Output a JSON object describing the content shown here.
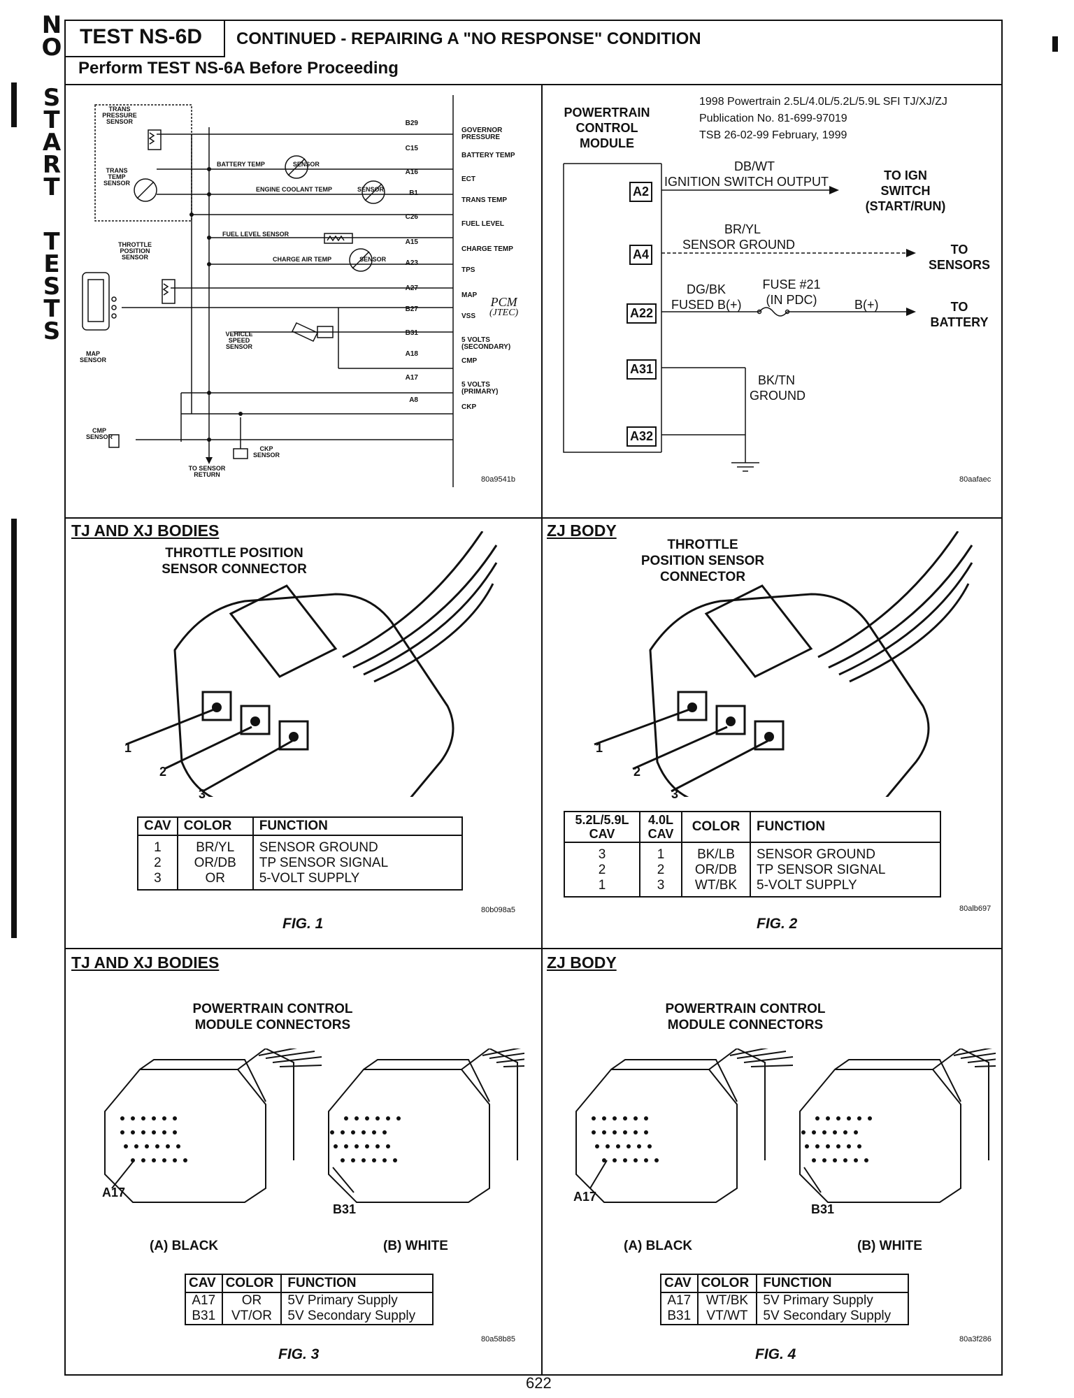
{
  "side_tab": {
    "letters": [
      "N",
      "O",
      "S",
      "T",
      "A",
      "R",
      "T",
      "T",
      "E",
      "S",
      "T",
      "S"
    ]
  },
  "header": {
    "test_id": "TEST NS-6D",
    "title": "CONTINUED - REPAIRING A \"NO RESPONSE\" CONDITION",
    "subtitle": "Perform TEST NS-6A Before Proceeding"
  },
  "schematic_left": {
    "code": "80a9541b",
    "pcm_label": "PCM",
    "pcm_sub": "(JTEC)",
    "sensors": {
      "trans_pressure": [
        "TRANS",
        "PRESSURE",
        "SENSOR"
      ],
      "trans_temp": [
        "TRANS",
        "TEMP",
        "SENSOR"
      ],
      "throttle": [
        "THROTTLE",
        "POSITION",
        "SENSOR"
      ],
      "map": [
        "MAP",
        "SENSOR"
      ],
      "vehicle_speed": [
        "VEHICLE",
        "SPEED",
        "SENSOR"
      ],
      "cmp": [
        "CMP",
        "SENSOR"
      ],
      "ckp": [
        "CKP",
        "SENSOR"
      ],
      "battery_temp": "BATTERY TEMP",
      "battery_temp_2": "SENSOR",
      "engine_coolant": "ENGINE COOLANT TEMP",
      "engine_coolant_2": "SENSOR",
      "fuel_level": "FUEL LEVEL SENSOR",
      "charge_air": "CHARGE AIR TEMP",
      "charge_air_2": "SENSOR",
      "sensor_return": [
        "TO SENSOR",
        "RETURN"
      ]
    },
    "pins": [
      {
        "pin": "B29",
        "label": [
          "GOVERNOR",
          "PRESSURE"
        ]
      },
      {
        "pin": "C15",
        "label": [
          "BATTERY TEMP"
        ]
      },
      {
        "pin": "A16",
        "label": [
          "ECT"
        ]
      },
      {
        "pin": "B1",
        "label": [
          "TRANS TEMP"
        ]
      },
      {
        "pin": "C26",
        "label": [
          "FUEL LEVEL"
        ]
      },
      {
        "pin": "A15",
        "label": [
          "CHARGE TEMP"
        ]
      },
      {
        "pin": "A23",
        "label": [
          "TPS"
        ]
      },
      {
        "pin": "A27",
        "label": [
          "MAP"
        ]
      },
      {
        "pin": "B27",
        "label": [
          "VSS"
        ]
      },
      {
        "pin": "B31",
        "label": [
          "5 VOLTS",
          "(SECONDARY)"
        ]
      },
      {
        "pin": "A18",
        "label": [
          "CMP"
        ]
      },
      {
        "pin": "A17",
        "label": [
          "5 VOLTS",
          "(PRIMARY)"
        ]
      },
      {
        "pin": "A8",
        "label": [
          "CKP"
        ]
      }
    ]
  },
  "schematic_right": {
    "code": "80aafaec",
    "module_title": [
      "POWERTRAIN",
      "CONTROL",
      "MODULE"
    ],
    "publication": [
      "1998 Powertrain 2.5L/4.0L/5.2L/5.9L SFI   TJ/XJ/ZJ",
      "Publication No. 81-699-97019",
      "TSB 26-02-99      February, 1999"
    ],
    "pins": [
      "A2",
      "A4",
      "A22",
      "A31",
      "A32"
    ],
    "a2_wire": "DB/WT",
    "a2_label": "IGNITION SWITCH OUTPUT",
    "a2_dest": [
      "TO IGN",
      "SWITCH",
      "(START/RUN)"
    ],
    "a4_wire": "BR/YL",
    "a4_label": "SENSOR GROUND",
    "a4_dest": [
      "TO",
      "SENSORS"
    ],
    "a22_wire": "DG/BK",
    "a22_label": "FUSED B(+)",
    "fuse": [
      "FUSE #21",
      "(IN PDC)"
    ],
    "bplus": "B(+)",
    "a22_dest": [
      "TO",
      "BATTERY"
    ],
    "ground_wire": "BK/TN",
    "ground_label": "GROUND"
  },
  "fig1": {
    "section": "TJ AND XJ BODIES",
    "caption": [
      "THROTTLE POSITION",
      "SENSOR CONNECTOR"
    ],
    "callouts": [
      "1",
      "2",
      "3"
    ],
    "headers": [
      "CAV",
      "COLOR",
      "FUNCTION"
    ],
    "rows": [
      [
        "1",
        "BR/YL",
        "SENSOR GROUND"
      ],
      [
        "2",
        "OR/DB",
        "TP SENSOR SIGNAL"
      ],
      [
        "3",
        "OR",
        "5-VOLT SUPPLY"
      ]
    ],
    "code": "80b098a5",
    "fig": "FIG. 1"
  },
  "fig2": {
    "section": "ZJ BODY",
    "caption": [
      "THROTTLE",
      "POSITION SENSOR",
      "CONNECTOR"
    ],
    "callouts": [
      "1",
      "2",
      "3"
    ],
    "headers": [
      "5.2L/5.9L CAV",
      "4.0L CAV",
      "COLOR",
      "FUNCTION"
    ],
    "header_lines": [
      [
        "5.2L/5.9L",
        "CAV"
      ],
      [
        "4.0L",
        "CAV"
      ]
    ],
    "rows": [
      [
        "3",
        "1",
        "BK/LB",
        "SENSOR GROUND"
      ],
      [
        "2",
        "2",
        "OR/DB",
        "TP SENSOR SIGNAL"
      ],
      [
        "1",
        "3",
        "WT/BK",
        "5-VOLT SUPPLY"
      ]
    ],
    "code": "80alb697",
    "fig": "FIG. 2"
  },
  "fig3": {
    "section": "TJ AND XJ BODIES",
    "caption": [
      "POWERTRAIN CONTROL",
      "MODULE CONNECTORS"
    ],
    "pin_a": "A17",
    "pin_b": "B31",
    "conn_a": "(A) BLACK",
    "conn_b": "(B) WHITE",
    "headers": [
      "CAV",
      "COLOR",
      "FUNCTION"
    ],
    "rows": [
      [
        "A17",
        "OR",
        "5V Primary Supply"
      ],
      [
        "B31",
        "VT/OR",
        "5V Secondary Supply"
      ]
    ],
    "code": "80a58b85",
    "fig": "FIG. 3"
  },
  "fig4": {
    "section": "ZJ BODY",
    "caption": [
      "POWERTRAIN CONTROL",
      "MODULE CONNECTORS"
    ],
    "pin_a": "A17",
    "pin_b": "B31",
    "conn_a": "(A) BLACK",
    "conn_b": "(B) WHITE",
    "headers": [
      "CAV",
      "COLOR",
      "FUNCTION"
    ],
    "rows": [
      [
        "A17",
        "WT/BK",
        "5V Primary Supply"
      ],
      [
        "B31",
        "VT/WT",
        "5V Secondary Supply"
      ]
    ],
    "code": "80a3f286",
    "fig": "FIG. 4"
  },
  "page_number": "622"
}
